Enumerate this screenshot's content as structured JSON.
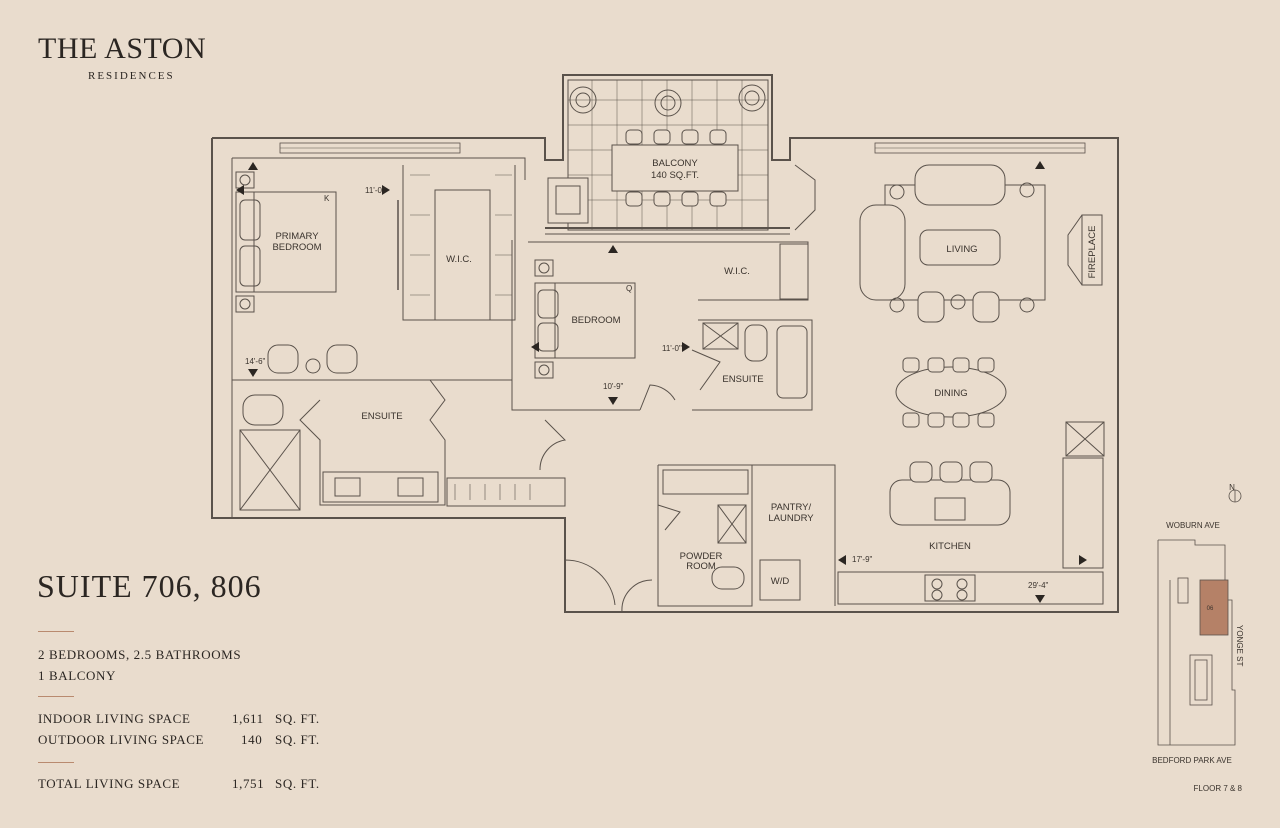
{
  "brand": {
    "title": "THE ASTON",
    "subtitle": "RESIDENCES"
  },
  "suite": {
    "title": "SUITE 706, 806"
  },
  "specs": {
    "rooms": "2 BEDROOMS, 2.5 BATHROOMS",
    "balcony": "1 BALCONY",
    "indoor_label": "INDOOR LIVING SPACE",
    "indoor_value": "1,611",
    "outdoor_label": "OUTDOOR LIVING SPACE",
    "outdoor_value": "140",
    "total_label": "TOTAL LIVING SPACE",
    "total_value": "1,751",
    "unit": "SQ. FT."
  },
  "rooms": {
    "balcony_name": "BALCONY",
    "balcony_area": "140 SQ.FT.",
    "primary_1": "PRIMARY",
    "primary_2": "BEDROOM",
    "wic_primary": "W.I.C.",
    "wic_bedroom": "W.I.C.",
    "bedroom": "BEDROOM",
    "ensuite_primary": "ENSUITE",
    "ensuite_bedroom": "ENSUITE",
    "living": "LIVING",
    "fireplace": "FIREPLACE",
    "dining": "DINING",
    "kitchen": "KITCHEN",
    "pantry_1": "PANTRY/",
    "pantry_2": "LAUNDRY",
    "wd": "W/D",
    "powder_1": "POWDER",
    "powder_2": "ROOM"
  },
  "dimensions": {
    "d1": "11'-0\"",
    "d2": "14'-6\"",
    "d3": "11'-0\"",
    "d4": "10'-9\"",
    "d5": "17'-9\"",
    "d6": "29'-4\""
  },
  "bed_marks": {
    "primary": "K",
    "bedroom": "Q"
  },
  "keymap": {
    "north": "N",
    "street_top": "WOBURN AVE",
    "street_right": "YONGE ST",
    "street_bottom": "BEDFORD PARK AVE",
    "unit": "06",
    "floor": "FLOOR 7 & 8",
    "highlight_color": "#b58167"
  },
  "colors": {
    "background": "#e9dccd",
    "line": "#5a524b",
    "accent_rule": "#b98a6f"
  }
}
